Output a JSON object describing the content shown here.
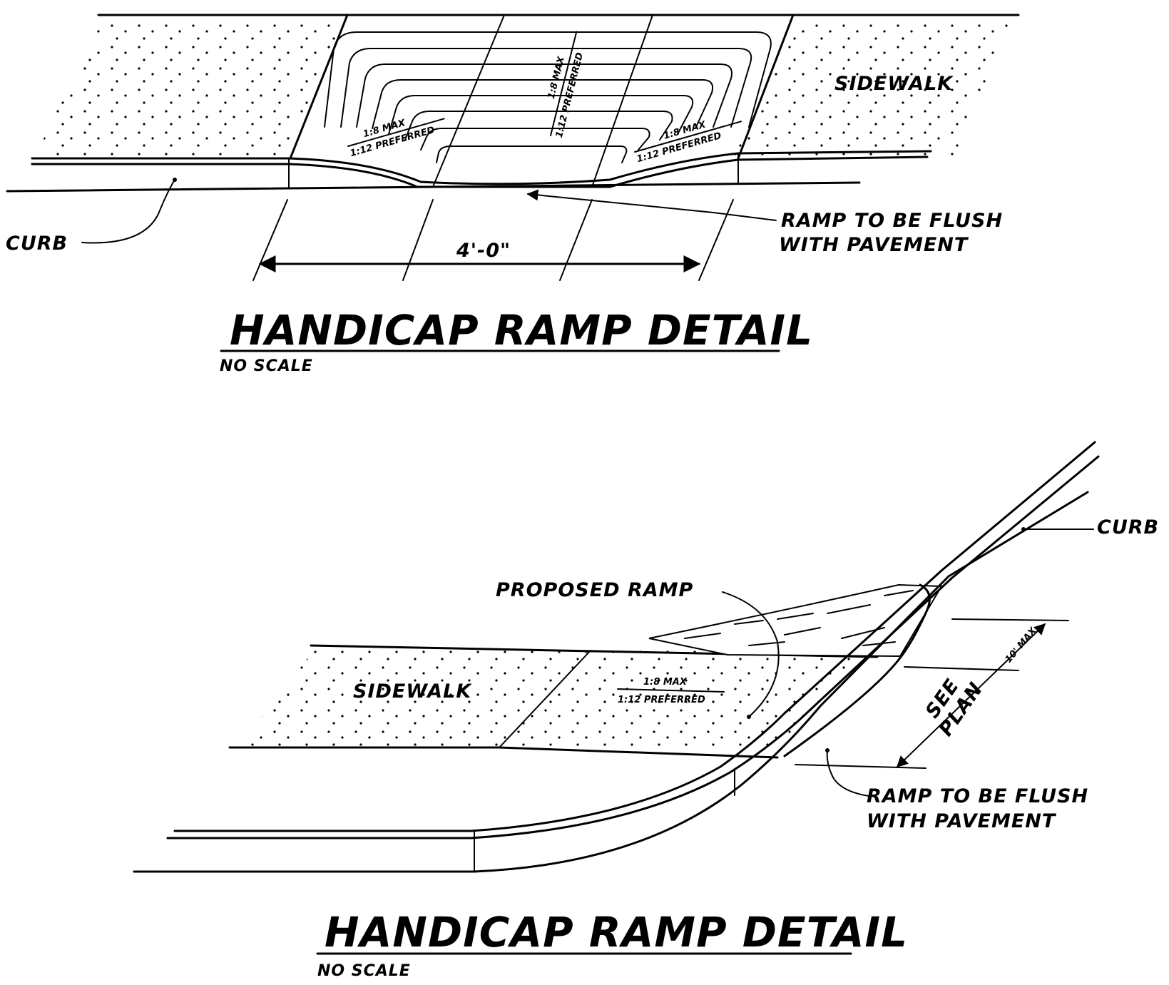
{
  "top_detail": {
    "sidewalk_label": "SIDEWALK",
    "curb_label": "CURB",
    "flush_note_line1": "RAMP TO BE FLUSH",
    "flush_note_line2": "WITH PAVEMENT",
    "width_dimension": "4'-0\"",
    "slope_center_max": "1:8 MAX",
    "slope_center_pref": "1:12 PREFERRED",
    "slope_left_max": "1:8 MAX",
    "slope_left_pref": "1:12 PREFERRED",
    "slope_right_max": "1:8 MAX",
    "slope_right_pref": "1:12 PREFERRED",
    "title": "HANDICAP RAMP DETAIL",
    "scale_note": "NO SCALE"
  },
  "bottom_detail": {
    "sidewalk_label": "SIDEWALK",
    "curb_label": "CURB",
    "proposed_ramp_label": "PROPOSED RAMP",
    "slope_max": "1:8 MAX",
    "slope_pref": "1:12 PREFERRED",
    "min_width": "10' MAX",
    "see_plan_line1": "SEE",
    "see_plan_line2": "PLAN",
    "flush_note_line1": "RAMP TO BE FLUSH",
    "flush_note_line2": "WITH PAVEMENT",
    "title": "HANDICAP RAMP DETAIL",
    "scale_note": "NO SCALE"
  },
  "colors": {
    "ink": "#000000",
    "paper": "#ffffff"
  }
}
